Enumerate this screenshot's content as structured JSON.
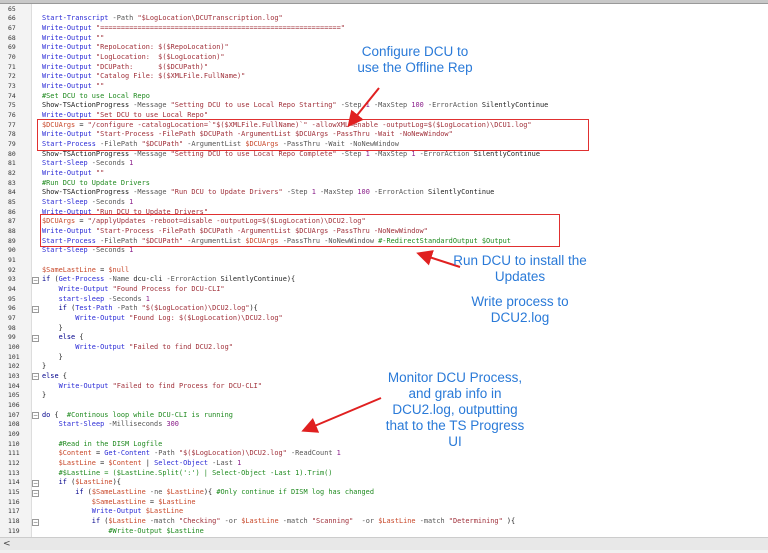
{
  "editor": {
    "first_line_number": 65,
    "fold_lines": [
      93,
      96,
      99,
      103,
      107,
      114,
      115,
      118
    ],
    "lines": [
      "",
      "Start-Transcript -Path \"$LogLocation\\DCUTranscription.log\"",
      "Write-Output \"==========================================================\"",
      "Write-Output \"\"",
      "Write-Output \"RepoLocation: $($RepoLocation)\"",
      "Write-Output \"LogLocation:  $($LogLocation)\"",
      "Write-Output \"DCUPath:      $($DCUPath)\"",
      "Write-Output \"Catalog File: $($XMLFile.FullName)\"",
      "Write-Output \"\"",
      "#Set DCU to use Local Repo",
      "Show-TSActionProgress -Message \"Setting DCU to use Local Repo Starting\" -Step 1 -MaxStep 100 -ErrorAction SilentlyContinue",
      "Write-Output \"Set DCU to use Local Repo\"",
      "$DCUArgs = \"/configure -catalogLocation=`\"$($XMLFile.FullName)`\" -allowXML=enable -outputLog=$($LogLocation)\\DCU1.log\"",
      "Write-Output \"Start-Process -FilePath $DCUPath -ArgumentList $DCUArgs -PassThru -Wait -NoNewWindow\"",
      "Start-Process -FilePath \"$DCUPath\" -ArgumentList $DCUArgs -PassThru -Wait -NoNewWindow",
      "Show-TSActionProgress -Message \"Setting DCU to use Local Repo Complete\" -Step 1 -MaxStep 1 -ErrorAction SilentlyContinue",
      "Start-Sleep -Seconds 1",
      "Write-Output \"\"",
      "#Run DCU to Update Drivers",
      "Show-TSActionProgress -Message \"Run DCU to Update Drivers\" -Step 1 -MaxStep 100 -ErrorAction SilentlyContinue",
      "Start-Sleep -Seconds 1",
      "Write-Output \"Run DCU to Update Drivers\"",
      "$DCUArgs = \"/applyUpdates -reboot=disable -outputLog=$($LogLocation)\\DCU2.log\"",
      "Write-Output \"Start-Process -FilePath $DCUPath -ArgumentList $DCUArgs -PassThru -NoNewWindow\"",
      "Start-Process -FilePath \"$DCUPath\" -ArgumentList $DCUArgs -PassThru -NoNewWindow #-RedirectStandardOutput $Output",
      "Start-Sleep -Seconds 1",
      "",
      "$SameLastLine = $null",
      "if (Get-Process -Name dcu-cli -ErrorAction SilentlyContinue){",
      "    Write-Output \"Found Process for DCU-CLI\"",
      "    start-sleep -Seconds 1",
      "    if (Test-Path -Path \"$($LogLocation)\\DCU2.log\"){",
      "        Write-Output \"Found Log: $($LogLocation)\\DCU2.log\"",
      "    }",
      "    else {",
      "        Write-Output \"Failed to find DCU2.log\"",
      "    }",
      "}",
      "else {",
      "    Write-Output \"Failed to find Process for DCU-CLI\"",
      "}",
      "",
      "do {  #Continous loop while DCU-CLI is running",
      "    Start-Sleep -Milliseconds 300",
      "",
      "    #Read in the DISM Logfile",
      "    $Content = Get-Content -Path \"$($LogLocation)\\DCU2.log\" -ReadCount 1",
      "    $LastLine = $Content | Select-Object -Last 1",
      "    #$LastLine = ($LastLine.Split(':') | Select-Object -Last 1).Trim()",
      "    if ($LastLine){",
      "        if ($SameLastLine -ne $LastLine){ #Only continue if DISM log has changed",
      "            $SameLastLine = $LastLine",
      "            Write-Output $LastLine",
      "            if ($LastLine -match \"Checking\" -or $LastLine -match \"Scanning\"  -or $LastLine -match \"Determining\" ){",
      "                #Write-Output $LastLine"
    ]
  },
  "annotations": {
    "configure": "Configure DCU to use the Offline Rep",
    "run": "Run DCU to install the Updates",
    "write": "Write process to DCU2.log",
    "monitor": "Monitor DCU Process, and grab info in DCU2.log, outputting that to the TS Progress UI"
  },
  "colors": {
    "annotation": "#2a7ad8",
    "highlight_box": "#e03030",
    "arrow": "#e02020"
  },
  "scrollbar": {
    "left_arrow": "<"
  }
}
